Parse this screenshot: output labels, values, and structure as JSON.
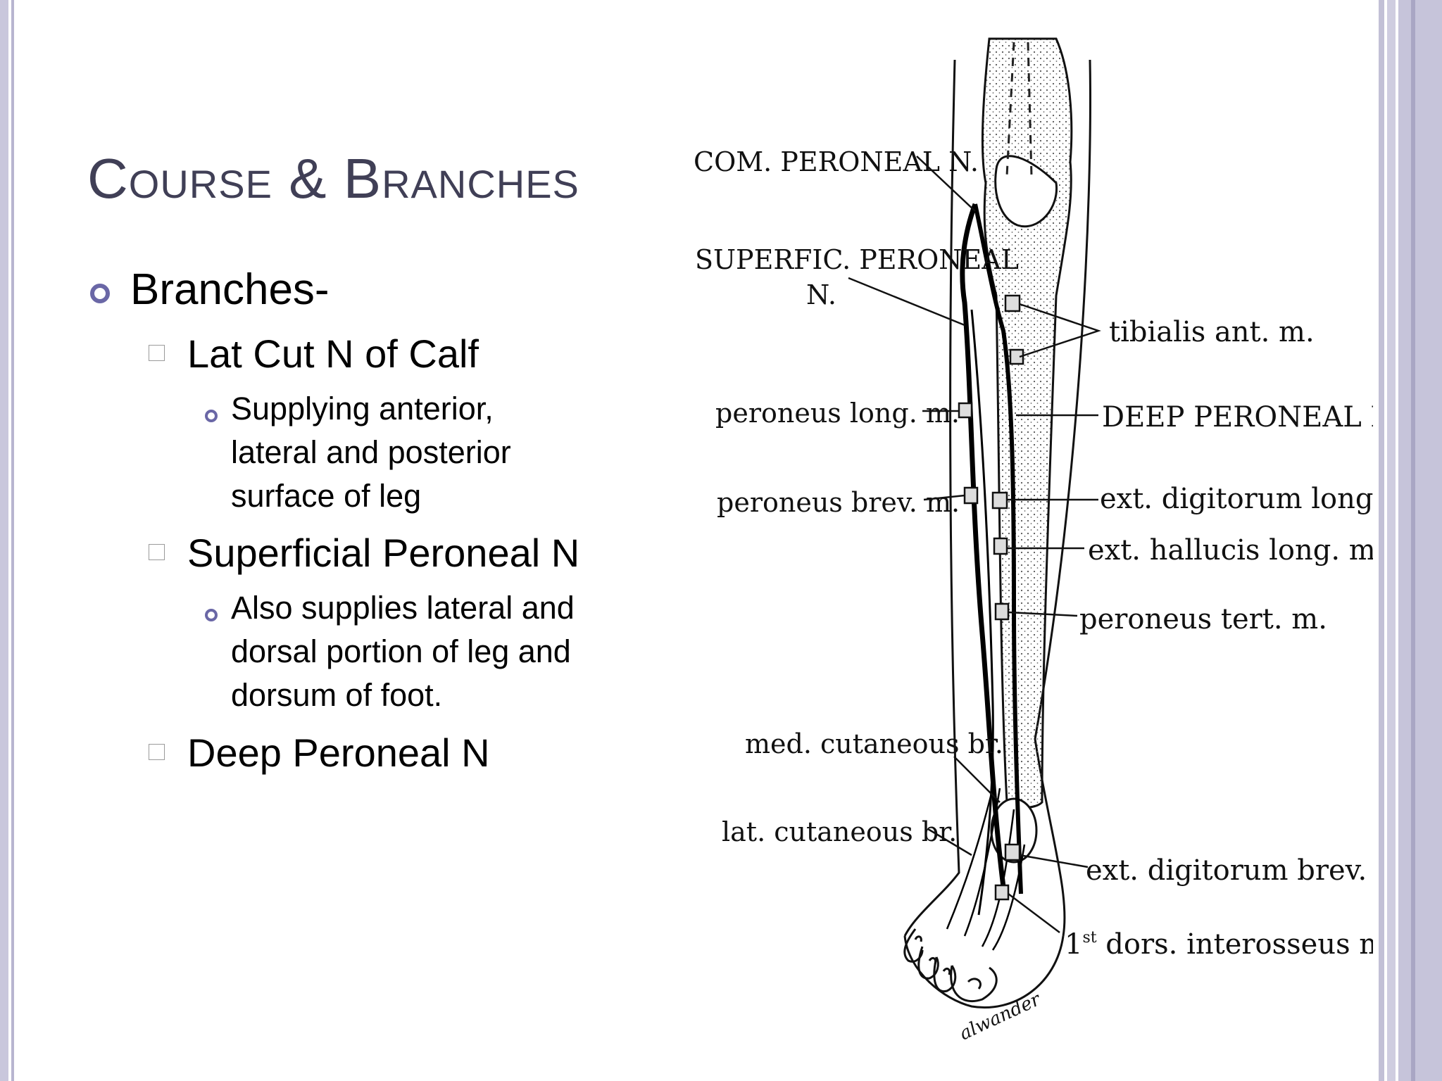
{
  "slide": {
    "title": "Course & Branches",
    "level1": "Branches-",
    "branches": [
      {
        "name": "Lat Cut N of Calf",
        "details": [
          "Supplying anterior,",
          "lateral and posterior",
          "surface of leg"
        ]
      },
      {
        "name": "Superficial Peroneal N",
        "details": [
          "Also supplies lateral and",
          "dorsal portion of leg and",
          "dorsum of foot."
        ]
      },
      {
        "name": "Deep Peroneal N",
        "details": []
      }
    ]
  },
  "diagram": {
    "labels": {
      "com_peroneal": "COM. PERONEAL N.",
      "superfic_peroneal_1": "SUPERFIC. PERONEAL",
      "superfic_peroneal_2": "N.",
      "tibialis_ant": "tibialis ant. m.",
      "peroneus_long": "peroneus long. m.",
      "deep_peroneal": "DEEP PERONEAL N.",
      "peroneus_brev": "peroneus brev. m.",
      "ext_digitorum_long": "ext. digitorum long. m.",
      "ext_hallucis_long": "ext. hallucis long. m.",
      "peroneus_tert": "peroneus tert. m.",
      "med_cutaneous": "med. cutaneous br.",
      "lat_cutaneous": "lat. cutaneous br.",
      "ext_digitorum_brev": "ext. digitorum brev. m.",
      "dors_interosseus_1": "1",
      "dors_interosseus_sup": "st",
      "dors_interosseus_2": " dors. interosseus m.",
      "signature": "alwander"
    }
  }
}
